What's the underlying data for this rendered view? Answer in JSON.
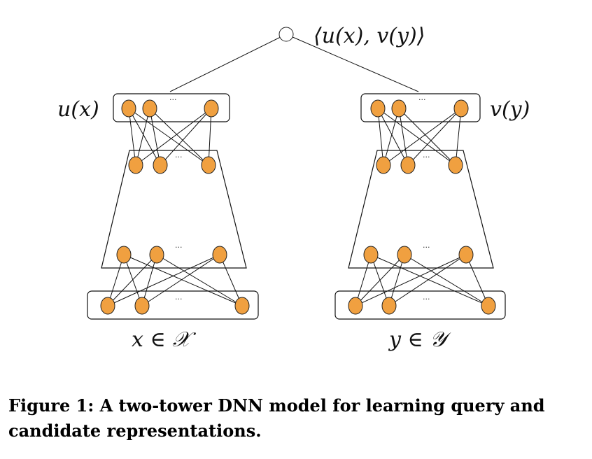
{
  "colors": {
    "neuron_fill": "#F0A040",
    "output_fill": "#FFFFFF",
    "line": "#111111"
  },
  "diagram": {
    "output_label": "⟨u(x), v(y)⟩",
    "left_tower": {
      "embedding_label": "u(x)",
      "input_label": "x ∈ 𝒳"
    },
    "right_tower": {
      "embedding_label": "v(y)",
      "input_label": "y ∈ 𝒴"
    },
    "ellipsis": "..."
  },
  "caption": {
    "text": "Figure 1: A two-tower DNN model for learning query and candidate representations."
  }
}
